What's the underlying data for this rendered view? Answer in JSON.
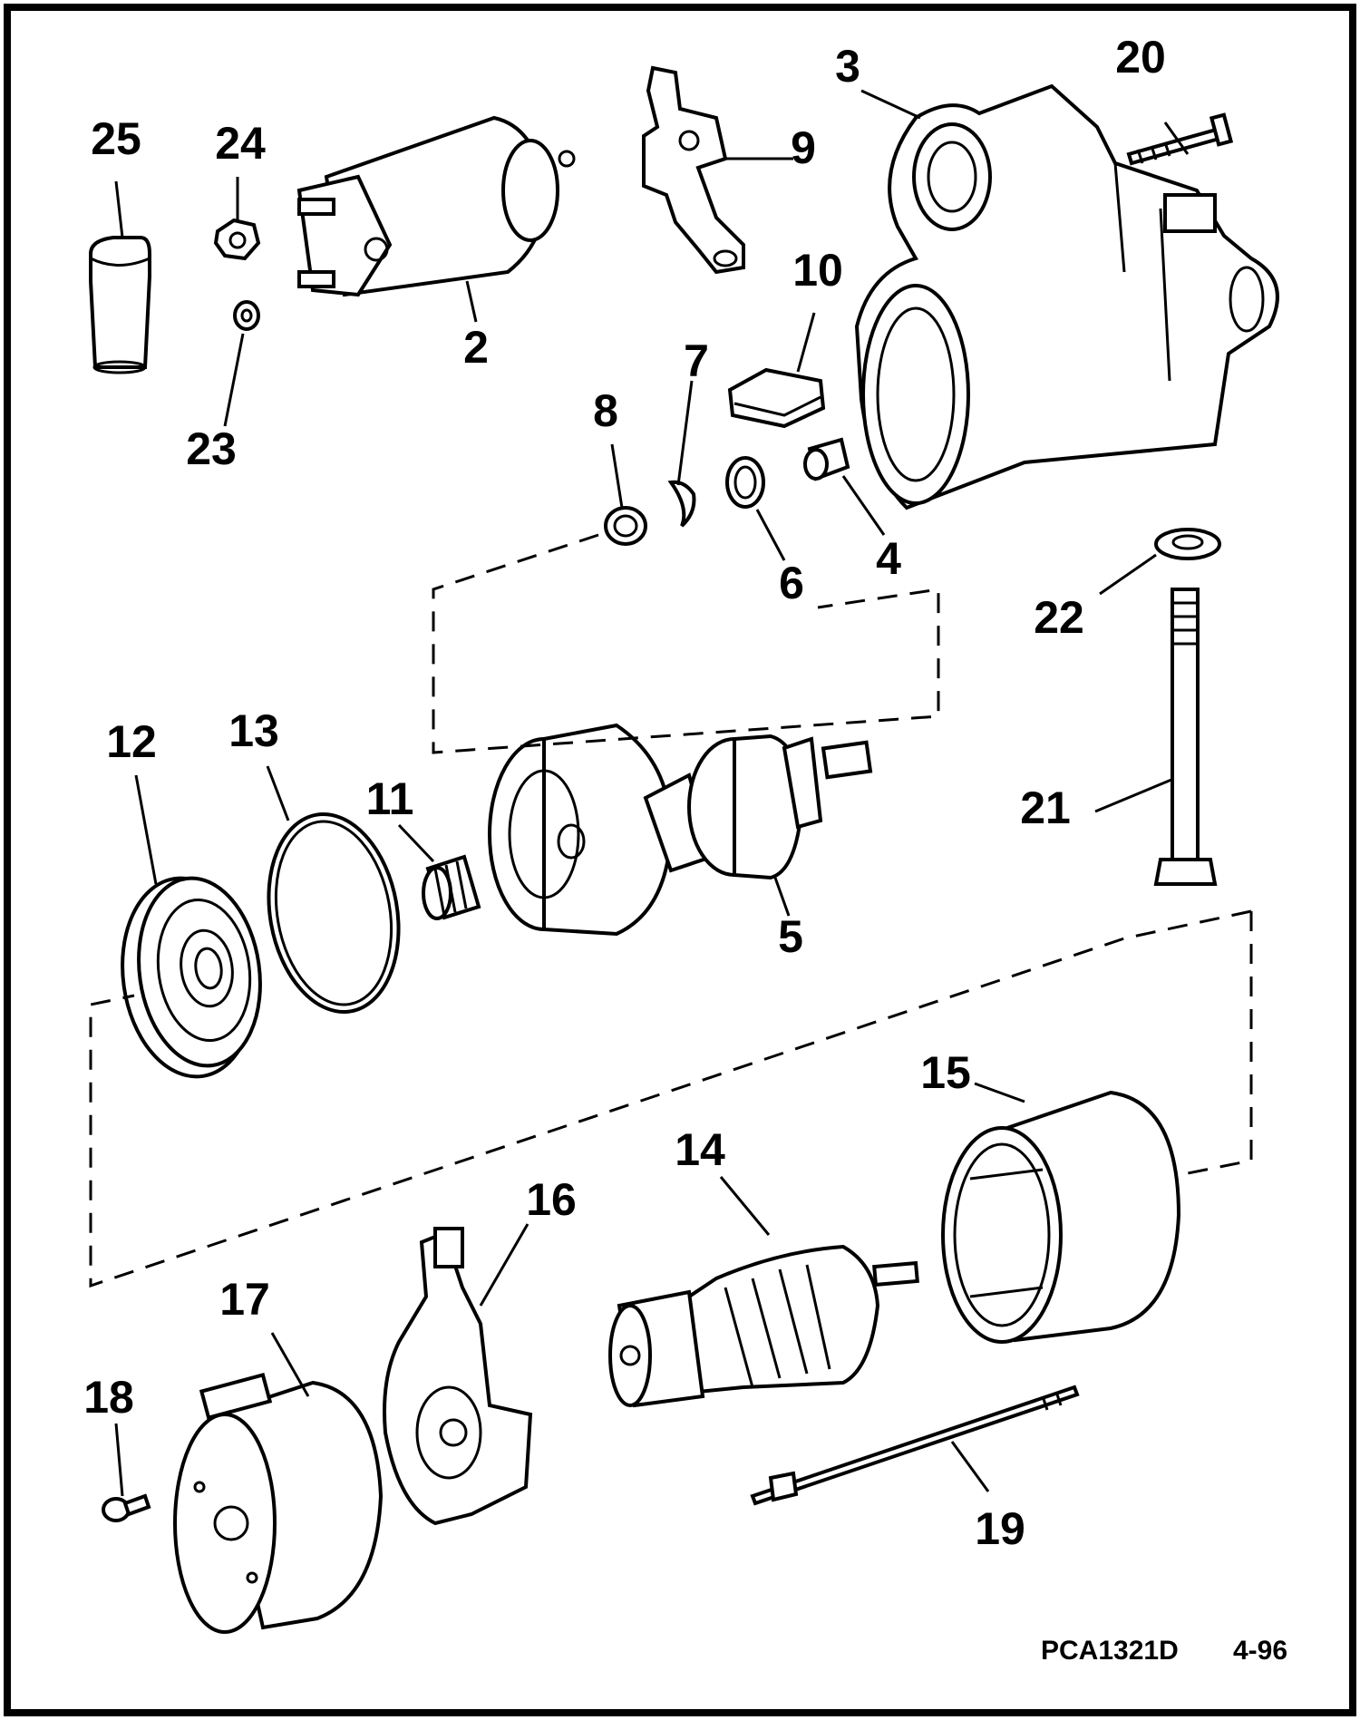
{
  "diagram": {
    "callouts": [
      {
        "id": "c25",
        "label": "25"
      },
      {
        "id": "c24",
        "label": "24"
      },
      {
        "id": "c23",
        "label": "23"
      },
      {
        "id": "c2",
        "label": "2"
      },
      {
        "id": "c9",
        "label": "9"
      },
      {
        "id": "c3",
        "label": "3"
      },
      {
        "id": "c20",
        "label": "20"
      },
      {
        "id": "c10",
        "label": "10"
      },
      {
        "id": "c7",
        "label": "7"
      },
      {
        "id": "c8",
        "label": "8"
      },
      {
        "id": "c6",
        "label": "6"
      },
      {
        "id": "c4",
        "label": "4"
      },
      {
        "id": "c22",
        "label": "22"
      },
      {
        "id": "c12",
        "label": "12"
      },
      {
        "id": "c13",
        "label": "13"
      },
      {
        "id": "c11",
        "label": "11"
      },
      {
        "id": "c5",
        "label": "5"
      },
      {
        "id": "c21",
        "label": "21"
      },
      {
        "id": "c15",
        "label": "15"
      },
      {
        "id": "c14",
        "label": "14"
      },
      {
        "id": "c16",
        "label": "16"
      },
      {
        "id": "c17",
        "label": "17"
      },
      {
        "id": "c18",
        "label": "18"
      },
      {
        "id": "c19",
        "label": "19"
      }
    ],
    "footer": {
      "code": "PCA1321D",
      "date": "4-96"
    }
  }
}
